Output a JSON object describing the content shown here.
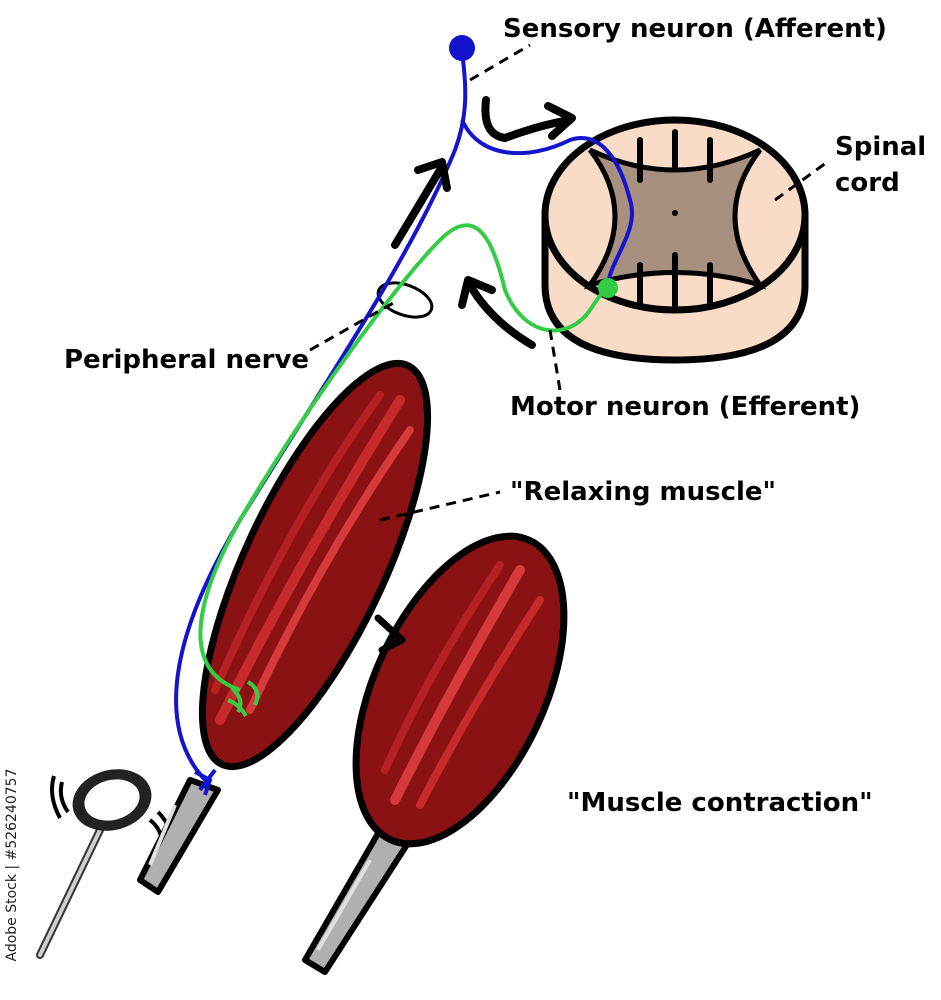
{
  "labels": {
    "sensory_neuron": "Sensory neuron (Afferent)",
    "spinal_cord_line1": "Spinal",
    "spinal_cord_line2": "cord",
    "peripheral_nerve": "Peripheral nerve",
    "motor_neuron": "Motor neuron (Efferent)",
    "relaxing_muscle": "\"Relaxing muscle\"",
    "muscle_contraction": "\"Muscle contraction\""
  },
  "side_text": "Adobe Stock | #526240757",
  "colors": {
    "sensory": "#1414cc",
    "motor": "#33cc44",
    "muscle": "#8a1212",
    "muscle_stripe": "#d63a3a",
    "tendon": "#a8a8a8",
    "cord_white": "#f8dcc8",
    "cord_gray": "#a89080"
  },
  "icons": [
    "tap-hammer-icon",
    "arrow-icon"
  ]
}
